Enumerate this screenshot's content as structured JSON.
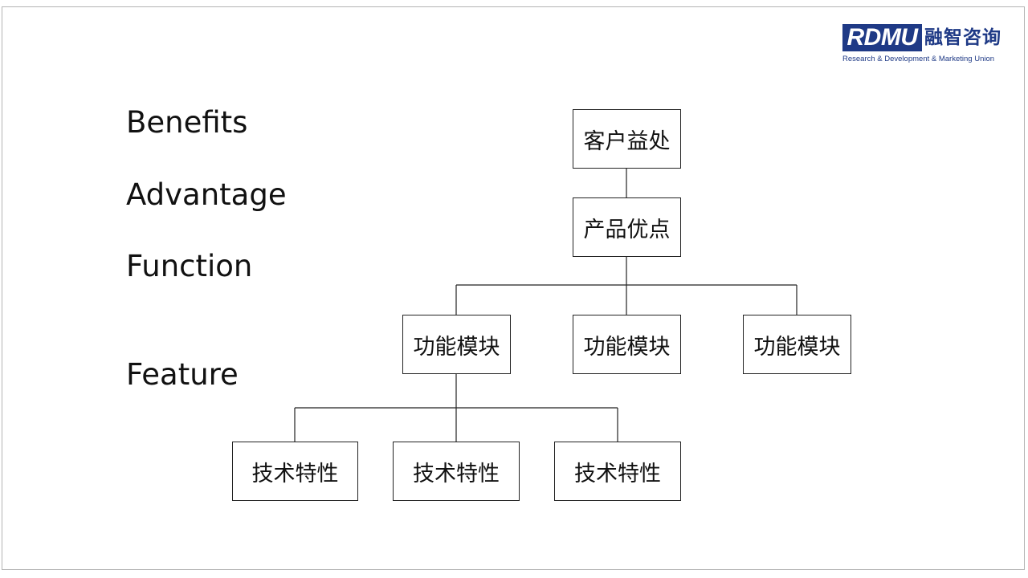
{
  "logo": {
    "abbr": "RDMU",
    "chinese": "融智咨询",
    "subtitle": "Research & Development & Marketing Union",
    "color": "#1f3a86"
  },
  "levels": {
    "benefits": "Benefits",
    "advantage": "Advantage",
    "function": "Function",
    "feature": "Feature"
  },
  "nodes": {
    "customer_benefit": "客户益处",
    "product_advantage": "产品优点",
    "function_modules": [
      "功能模块",
      "功能模块",
      "功能模块"
    ],
    "tech_features": [
      "技术特性",
      "技术特性",
      "技术特性"
    ]
  }
}
